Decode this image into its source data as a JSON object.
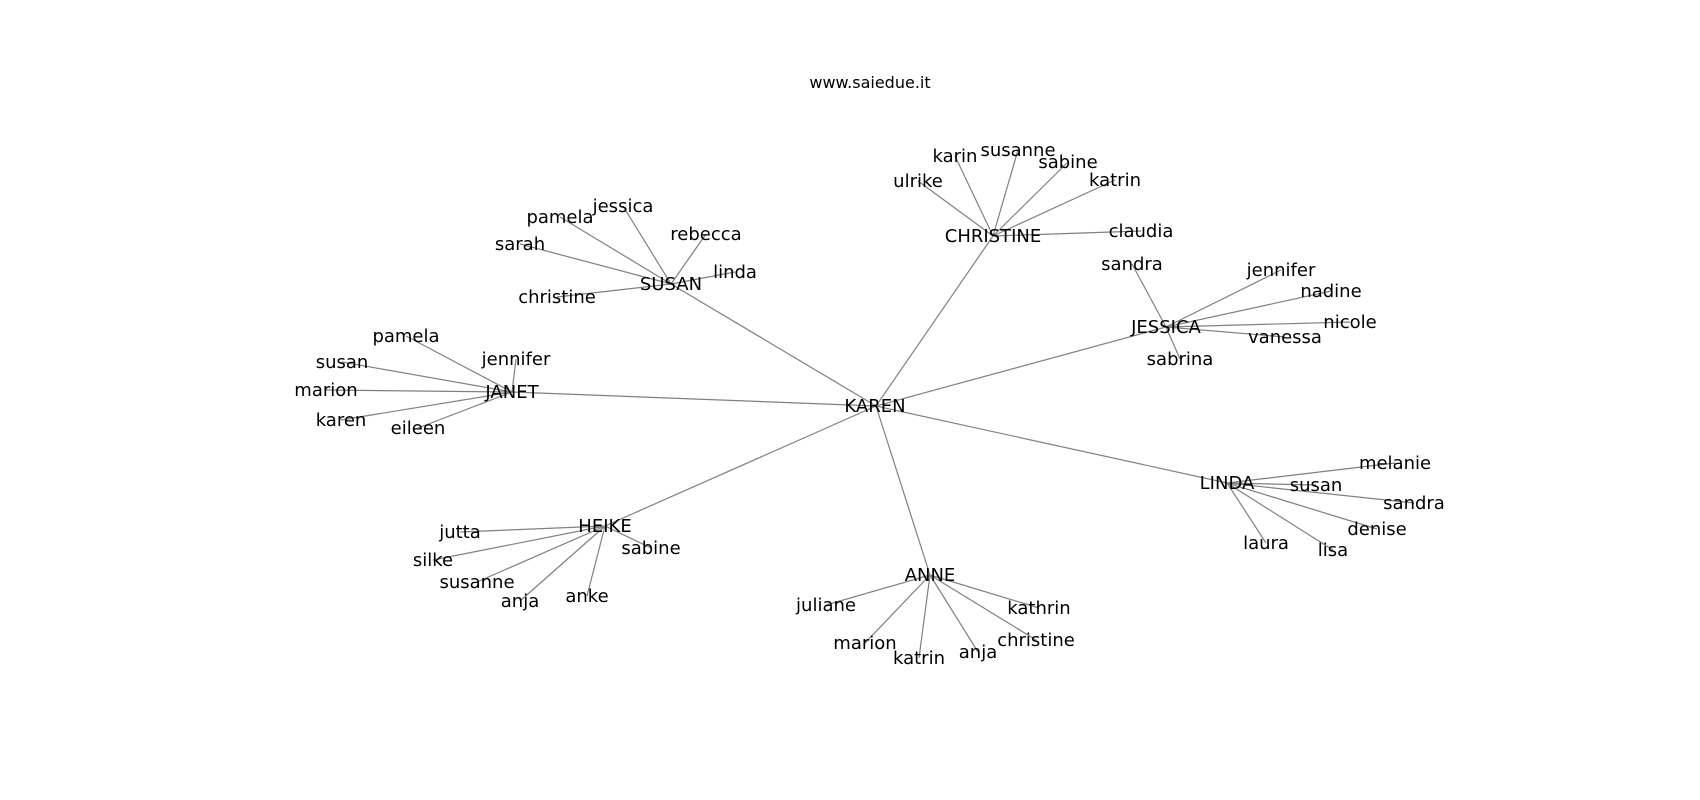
{
  "site": {
    "title": "www.saiedue.it"
  },
  "graph": {
    "root": "KAREN",
    "hubs": [
      {
        "id": "christine",
        "label": "CHRISTINE",
        "children": [
          "ulrike",
          "karin",
          "susanne",
          "sabine",
          "katrin",
          "claudia"
        ]
      },
      {
        "id": "susan",
        "label": "SUSAN",
        "children": [
          "sarah",
          "pamela",
          "jessica",
          "rebecca",
          "linda",
          "christine"
        ]
      },
      {
        "id": "jessica",
        "label": "JESSICA",
        "children": [
          "sandra",
          "jennifer",
          "nadine",
          "nicole",
          "vanessa",
          "sabrina"
        ]
      },
      {
        "id": "janet",
        "label": "JANET",
        "children": [
          "pamela",
          "susan",
          "marion",
          "karen",
          "eileen",
          "jennifer"
        ]
      },
      {
        "id": "linda",
        "label": "LINDA",
        "children": [
          "melanie",
          "susan",
          "sandra",
          "denise",
          "lisa",
          "laura"
        ]
      },
      {
        "id": "heike",
        "label": "HEIKE",
        "children": [
          "jutta",
          "silke",
          "susanne",
          "anja",
          "anke",
          "sabine"
        ]
      },
      {
        "id": "anne",
        "label": "ANNE",
        "children": [
          "juliane",
          "marion",
          "katrin",
          "anja",
          "christine",
          "kathrin"
        ]
      }
    ]
  }
}
